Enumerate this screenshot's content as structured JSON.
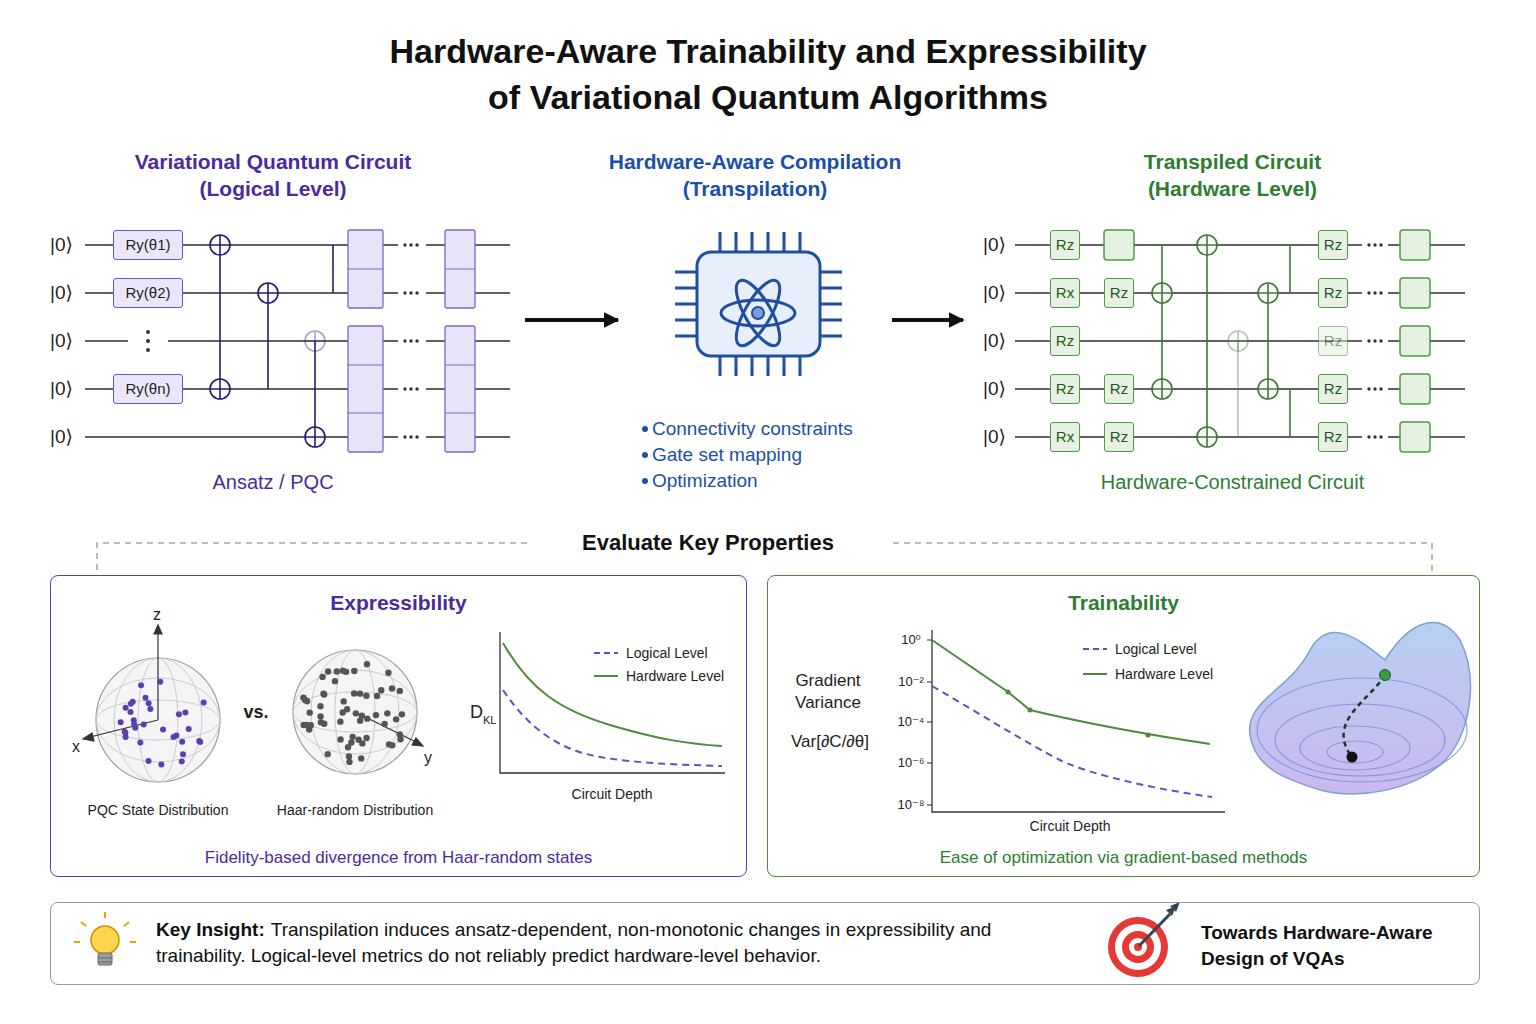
{
  "diagram": {
    "title": "Hardware-Aware Trainability and Expressibility of Variational Quantum Algorithms",
    "nodes": [
      {
        "text": [
          "Variational Quantum Circuit (Logical Level)",
          "Ansatz / PQC"
        ]
      },
      {
        "text": [
          "Ry(θ1)"
        ],
        "in": 0
      },
      {
        "text": [
          "Ry(θ2)"
        ],
        "in": 0
      },
      {
        "text": [
          "Ry(θn)"
        ],
        "in": 0
      },
      {
        "text": [
          "Hardware-Aware Compilation (Transpilation)",
          "Connectivity constraints",
          "Gate set mapping",
          "Optimization"
        ]
      },
      {
        "text": [
          "Transpiled Circuit (Hardware Level)",
          "Hardware-Constrained Circuit"
        ]
      },
      {
        "text": [
          "Rz"
        ],
        "in": 5
      },
      {
        "text": [
          "Rz"
        ],
        "in": 5
      },
      {
        "text": [
          "Rx"
        ],
        "in": 5
      },
      {
        "text": [
          "Rz"
        ],
        "in": 5
      },
      {
        "text": [
          "Rz"
        ],
        "in": 5
      },
      {
        "text": [
          "Rz"
        ],
        "in": 5
      },
      {
        "text": [
          "Rz"
        ],
        "in": 5
      },
      {
        "text": [
          "Rz"
        ],
        "in": 5
      },
      {
        "text": [
          "Rz"
        ],
        "in": 5
      },
      {
        "text": [
          "Rz"
        ],
        "in": 5
      },
      {
        "text": [
          "Rx"
        ],
        "in": 5
      },
      {
        "text": [
          "Rz"
        ],
        "in": 5
      },
      {
        "text": [
          "Rz"
        ],
        "in": 5
      },
      {
        "text": [
          "Expressibility",
          "Fidelity-based divergence from Haar-random states"
        ]
      },
      {
        "text": [
          "Trainability",
          "Ease of optimization via gradient-based methods"
        ]
      },
      {
        "text": [
          "Key Insight:",
          "Transpilation induces ansatz-dependent, non-monotonic changes in expressibility and trainability. Logical-level metrics do not reliably predict hardware-level behavior.",
          "Towards Hardware-Aware Design of VQAs"
        ]
      }
    ],
    "edges": [
      {
        "from": 0,
        "to": 4,
        "arrow": "to"
      },
      {
        "from": 4,
        "to": 5,
        "arrow": "to"
      }
    ],
    "labels": [
      "|0⟩",
      "|0⟩",
      "|0⟩",
      "|0⟩",
      "|0⟩",
      "|0⟩",
      "|0⟩",
      "|0⟩",
      "|0⟩",
      "|0⟩",
      "Evaluate Key Properties",
      "z",
      "x",
      "y",
      "vs.",
      "PQC State Distribution",
      "Haar-random Distribution",
      "D",
      "KL",
      "Circuit Depth",
      "Gradient Variance",
      "Var[∂C/∂θ]",
      "10⁰",
      "10⁻²",
      "10⁻⁴",
      "10⁻⁶",
      "10⁻⁸",
      "Circuit Depth"
    ],
    "legend": [
      {
        "text": "Logical Level"
      },
      {
        "text": "Hardware Level"
      },
      {
        "text": "Logical Level"
      },
      {
        "text": "Hardware Level"
      }
    ]
  }
}
